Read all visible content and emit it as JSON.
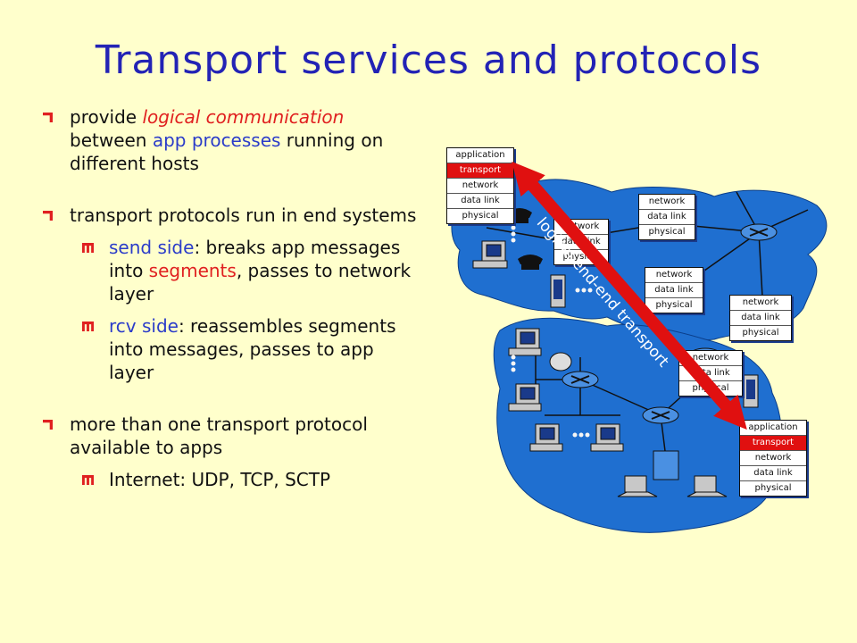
{
  "slide": {
    "title": "Transport services and protocols",
    "bullets": {
      "b1": {
        "pre": "provide ",
        "em": "logical communication",
        "mid": " between ",
        "hl": "app processes",
        "post": " running on different hosts"
      },
      "b2": {
        "text": "transport protocols run in end systems"
      },
      "b2_sub1": {
        "hl": "send side",
        "mid": ": breaks app messages into ",
        "hl2": "segments",
        "post": ", passes to  network layer"
      },
      "b2_sub2": {
        "hl": "rcv side",
        "post": ": reassembles segments into messages, passes to app layer"
      },
      "b3": {
        "text": "more than one transport protocol available to apps"
      },
      "b3_sub1": {
        "text": "Internet: UDP, TCP, SCTP"
      }
    }
  },
  "diagram": {
    "stack_top": [
      "application",
      "transport",
      "network",
      "data link",
      "physical"
    ],
    "stack_bottom": [
      "application",
      "transport",
      "network",
      "data link",
      "physical"
    ],
    "router_stack_a": [
      "network",
      "data link",
      "physical"
    ],
    "router_stack_b": [
      "network",
      "data link",
      "physical"
    ],
    "router_stack_c": [
      "network",
      "data link",
      "physical"
    ],
    "router_stack_d": [
      "network",
      "data link",
      "physical"
    ],
    "router_stack_e": [
      "network",
      "data link",
      "physical"
    ],
    "arrow_label": "logical end-end transport",
    "colors": {
      "network_cloud": "#1F6FD0",
      "arrow": "#E01010",
      "transport_layer": "#E01010"
    }
  }
}
